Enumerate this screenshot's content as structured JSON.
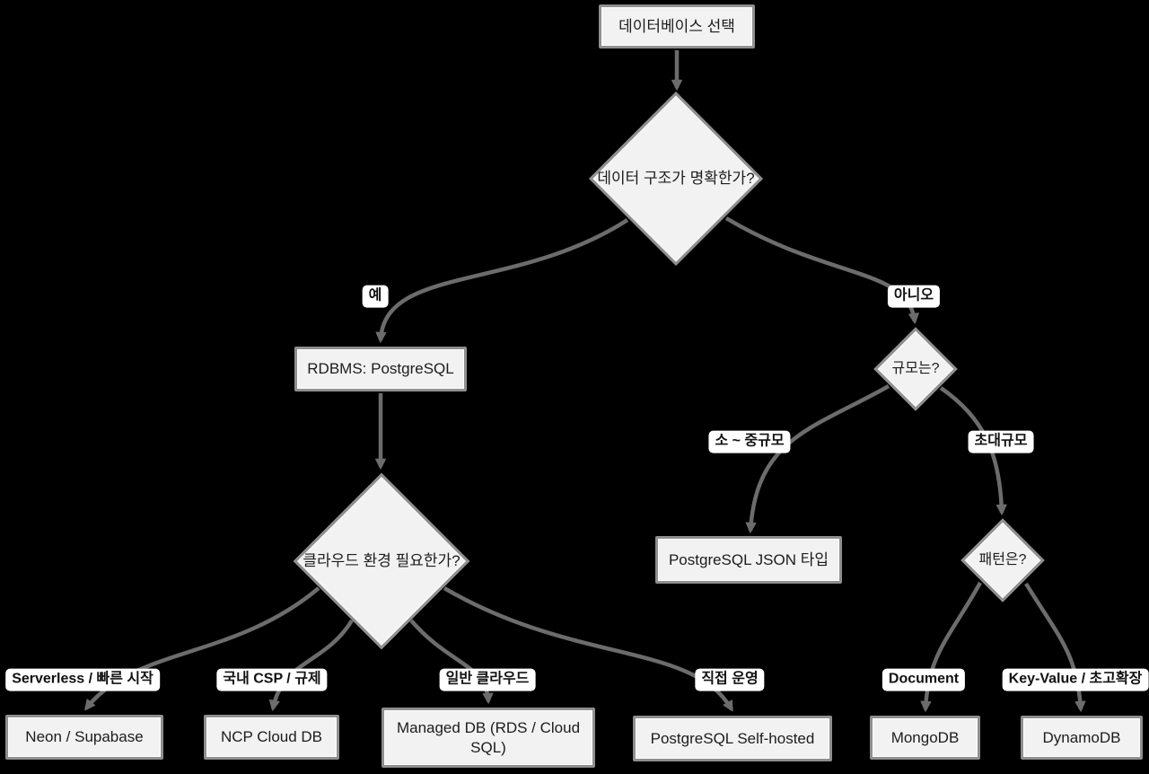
{
  "colors": {
    "canvas_bg": "#000000",
    "node_fill": "#f2f2f2",
    "node_border": "#8f8f8f",
    "edge_color": "#6c6c6c",
    "label_bg": "#ffffff",
    "text_color": "#1c1c1c"
  },
  "nodes": {
    "start": {
      "label": "데이터베이스 선택",
      "type": "process"
    },
    "structure_clear": {
      "label": "데이터 구조가 명확한가?",
      "type": "decision"
    },
    "rdbms": {
      "label": "RDBMS: PostgreSQL",
      "type": "process"
    },
    "scale": {
      "label": "규모는?",
      "type": "decision"
    },
    "cloud_needed": {
      "label": "클라우드 환경 필요한가?",
      "type": "decision"
    },
    "pg_json": {
      "label": "PostgreSQL JSON 타입",
      "type": "process"
    },
    "pattern": {
      "label": "패턴은?",
      "type": "decision"
    },
    "neon": {
      "label": "Neon / Supabase",
      "type": "process"
    },
    "ncp": {
      "label": "NCP Cloud DB",
      "type": "process"
    },
    "managed": {
      "label": "Managed DB (RDS / Cloud SQL)",
      "type": "process"
    },
    "selfhosted": {
      "label": "PostgreSQL Self-hosted",
      "type": "process"
    },
    "mongodb": {
      "label": "MongoDB",
      "type": "process"
    },
    "dynamodb": {
      "label": "DynamoDB",
      "type": "process"
    }
  },
  "edge_labels": {
    "yes": "예",
    "no": "아니오",
    "small_mid": "소 ~ 중규모",
    "xlarge": "초대규모",
    "serverless": "Serverless / 빠른 시작",
    "csp": "국내 CSP / 규제",
    "generic_cloud": "일반 클라우드",
    "self_op": "직접 운영",
    "document": "Document",
    "keyvalue": "Key-Value / 초고확장"
  },
  "edges": [
    {
      "from": "start",
      "to": "structure_clear",
      "label": ""
    },
    {
      "from": "structure_clear",
      "to": "rdbms",
      "label": "예"
    },
    {
      "from": "structure_clear",
      "to": "scale",
      "label": "아니오"
    },
    {
      "from": "rdbms",
      "to": "cloud_needed",
      "label": ""
    },
    {
      "from": "scale",
      "to": "pg_json",
      "label": "소 ~ 중규모"
    },
    {
      "from": "scale",
      "to": "pattern",
      "label": "초대규모"
    },
    {
      "from": "cloud_needed",
      "to": "neon",
      "label": "Serverless / 빠른 시작"
    },
    {
      "from": "cloud_needed",
      "to": "ncp",
      "label": "국내 CSP / 규제"
    },
    {
      "from": "cloud_needed",
      "to": "managed",
      "label": "일반 클라우드"
    },
    {
      "from": "cloud_needed",
      "to": "selfhosted",
      "label": "직접 운영"
    },
    {
      "from": "pattern",
      "to": "mongodb",
      "label": "Document"
    },
    {
      "from": "pattern",
      "to": "dynamodb",
      "label": "Key-Value / 초고확장"
    }
  ]
}
